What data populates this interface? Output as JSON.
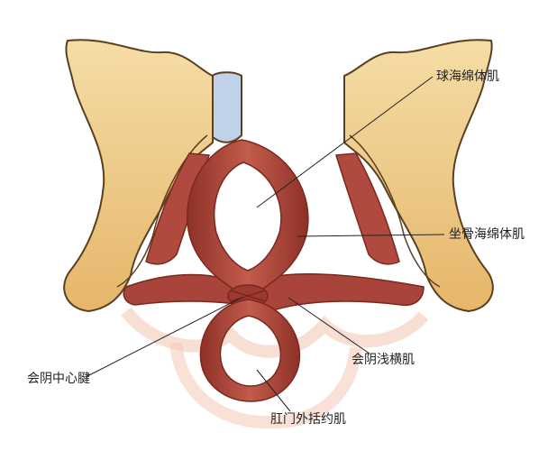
{
  "labels": {
    "bulbospongiosus": "球海绵体肌",
    "ischiocavernosus": "坐骨海绵体肌",
    "superficial_transverse_perineal": "会阴浅横肌",
    "perineal_body": "会阴中心腱",
    "external_anal_sphincter": "肛门外括约肌"
  },
  "colors": {
    "bone_fill": "#EFC98A",
    "bone_outline": "#5A4020",
    "muscle_fill": "#B04A3E",
    "muscle_dark": "#7A2820",
    "symphysis": "#BFD2EA",
    "shadow": "#F4C9B8",
    "leader": "#222222"
  }
}
